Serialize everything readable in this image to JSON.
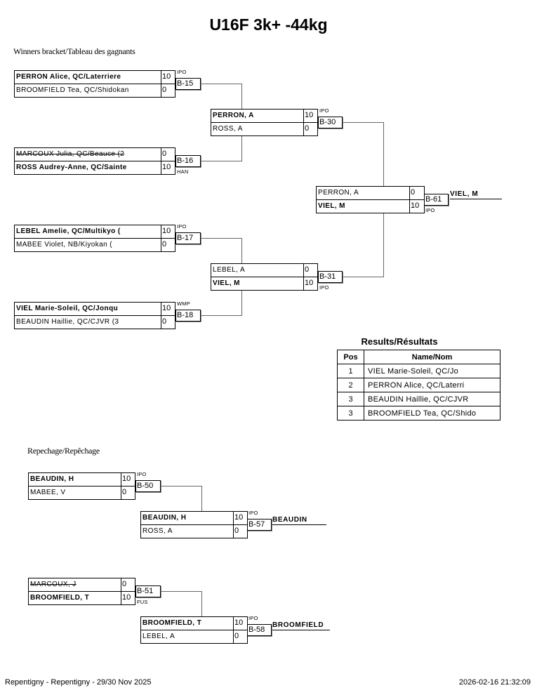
{
  "title": "U16F 3k+ -44kg",
  "winners_label": "Winners bracket/Tableau des gagnants",
  "repechage_label": "Repechage/Repêchage",
  "matches": {
    "b15": {
      "id": "B-15",
      "result": "IPO",
      "p1": {
        "name": "PERRON Alice, QC/Laterriere",
        "score": "10"
      },
      "p2": {
        "name": "BROOMFIELD Tea, QC/Shidokan",
        "score": "0"
      }
    },
    "b16": {
      "id": "B-16",
      "result": "HAN",
      "p1": {
        "name": "MARCOUX Julia, QC/Beauce (2",
        "score": "0"
      },
      "p2": {
        "name": "ROSS Audrey-Anne, QC/Sainte",
        "score": "10"
      }
    },
    "b17": {
      "id": "B-17",
      "result": "IPO",
      "p1": {
        "name": "LEBEL Amelie, QC/Multikyo (",
        "score": "10"
      },
      "p2": {
        "name": "MABEE Violet, NB/Kiyokan (",
        "score": "0"
      }
    },
    "b18": {
      "id": "B-18",
      "result": "WMP",
      "p1": {
        "name": "VIEL Marie-Soleil, QC/Jonqu",
        "score": "10"
      },
      "p2": {
        "name": "BEAUDIN Haillie, QC/CJVR (3",
        "score": "0"
      }
    },
    "b30": {
      "id": "B-30",
      "result": "IPO",
      "p1": {
        "name": "PERRON, A",
        "score": "10"
      },
      "p2": {
        "name": "ROSS, A",
        "score": "0"
      }
    },
    "b31": {
      "id": "B-31",
      "result": "IPO",
      "p1": {
        "name": "LEBEL, A",
        "score": "0"
      },
      "p2": {
        "name": "VIEL, M",
        "score": "10"
      }
    },
    "b61": {
      "id": "B-61",
      "result": "IPO",
      "p1": {
        "name": "PERRON, A",
        "score": "0"
      },
      "p2": {
        "name": "VIEL, M",
        "score": "10"
      },
      "winner": "VIEL, M"
    },
    "b50": {
      "id": "B-50",
      "result": "IPO",
      "p1": {
        "name": "BEAUDIN, H",
        "score": "10"
      },
      "p2": {
        "name": "MABEE, V",
        "score": "0"
      }
    },
    "b57": {
      "id": "B-57",
      "result": "IPO",
      "p1": {
        "name": "BEAUDIN, H",
        "score": "10"
      },
      "p2": {
        "name": "ROSS, A",
        "score": "0"
      },
      "winner": "BEAUDIN"
    },
    "b51": {
      "id": "B-51",
      "result": "FUS",
      "p1": {
        "name": "MARCOUX, J",
        "score": "0"
      },
      "p2": {
        "name": "BROOMFIELD, T",
        "score": "10"
      }
    },
    "b58": {
      "id": "B-58",
      "result": "IPO",
      "p1": {
        "name": "BROOMFIELD, T",
        "score": "10"
      },
      "p2": {
        "name": "LEBEL, A",
        "score": "0"
      },
      "winner": "BROOMFIELD"
    }
  },
  "results": {
    "title": "Results/Résultats",
    "headers": [
      "Pos",
      "Name/Nom"
    ],
    "rows": [
      {
        "pos": "1",
        "name": "VIEL Marie-Soleil, QC/Jo"
      },
      {
        "pos": "2",
        "name": "PERRON Alice, QC/Laterri"
      },
      {
        "pos": "3",
        "name": "BEAUDIN Haillie, QC/CJVR"
      },
      {
        "pos": "3",
        "name": "BROOMFIELD Tea, QC/Shido"
      }
    ]
  },
  "footer": {
    "left": "Repentigny - Repentigny - 29/30 Nov 2025",
    "right": "2026-02-16 21:32:09"
  }
}
